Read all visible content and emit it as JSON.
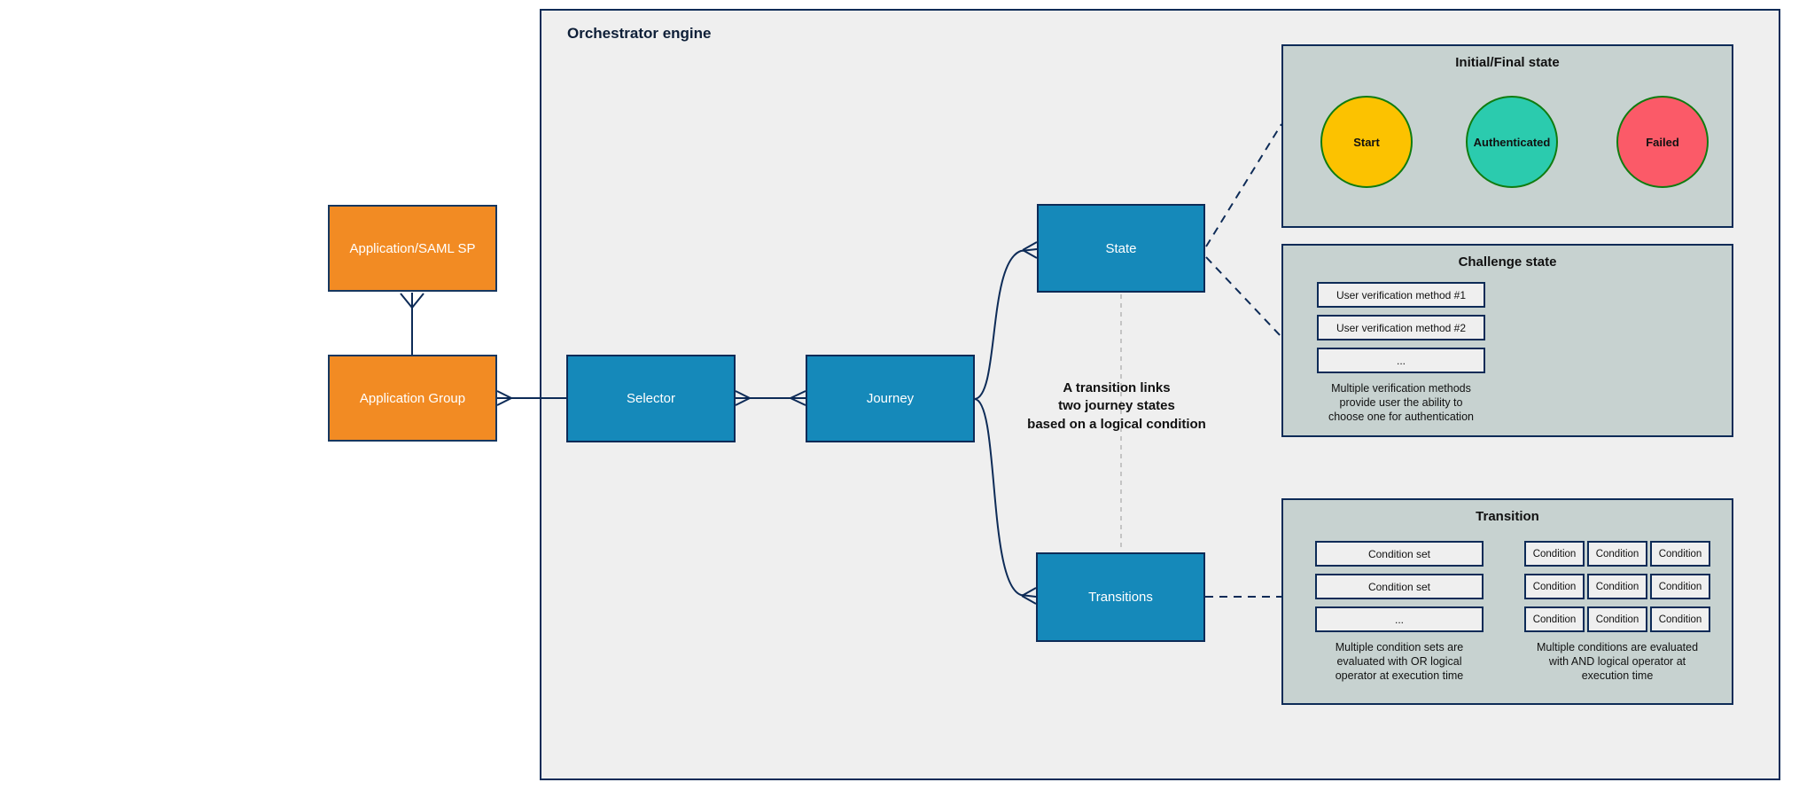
{
  "title": "Orchestrator engine",
  "nodes": {
    "app_saml": {
      "label": "Application/SAML SP"
    },
    "app_group": {
      "label": "Application Group"
    },
    "selector": {
      "label": "Selector"
    },
    "journey": {
      "label": "Journey"
    },
    "state": {
      "label": "State"
    },
    "transitions": {
      "label": "Transitions"
    }
  },
  "annotation": "A transition links\ntwo journey states\nbased on a logical condition",
  "panels": {
    "initial_final": {
      "title": "Initial/Final state",
      "states": [
        {
          "label": "Start",
          "color": "#fcc200"
        },
        {
          "label": "Authenticated",
          "color": "#2bcbae"
        },
        {
          "label": "Failed",
          "color": "#fb5a68"
        }
      ]
    },
    "challenge": {
      "title": "Challenge state",
      "methods": [
        "User verification method #1",
        "User verification method #2",
        "..."
      ],
      "caption": "Multiple verification methods\nprovide user the ability to\nchoose one for authentication"
    },
    "transition": {
      "title": "Transition",
      "condition_sets": [
        "Condition set",
        "Condition set",
        "..."
      ],
      "grid": [
        [
          "Condition",
          "Condition",
          "Condition"
        ],
        [
          "Condition",
          "Condition",
          "Condition"
        ],
        [
          "Condition",
          "Condition",
          "Condition"
        ]
      ],
      "caption_left": "Multiple condition sets are\nevaluated with OR logical\noperator at execution time",
      "caption_right": "Multiple conditions are evaluated\nwith AND logical operator at\nexecution time"
    }
  },
  "colors": {
    "accent_blue": "#1589ba",
    "accent_orange": "#f28b23",
    "line_navy": "#0d2b57",
    "container_fill": "#efefef",
    "panel_fill": "#c7d2d0",
    "circle_border_green": "#107c10",
    "start_fill": "#fcc200",
    "authenticated_fill": "#2bcbae",
    "failed_fill": "#fb5a68"
  }
}
